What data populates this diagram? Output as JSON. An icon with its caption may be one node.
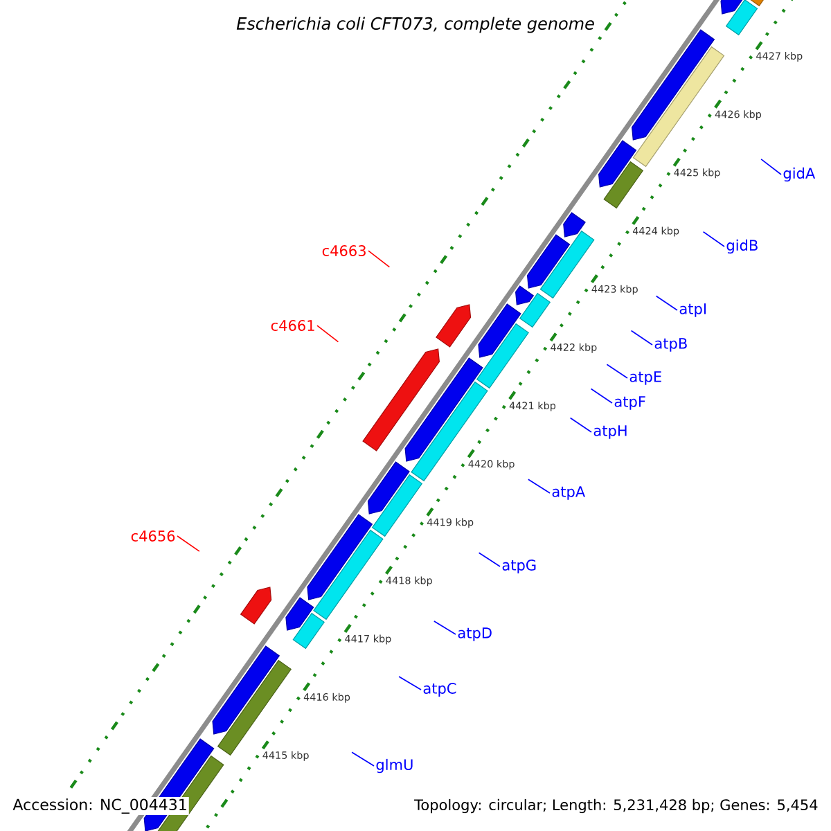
{
  "diagram": {
    "title": "Escherichia coli CFT073, complete genome",
    "nodes": [
      {
        "text": [
          "gidA"
        ]
      },
      {
        "text": [
          "gidB"
        ]
      },
      {
        "text": [
          "c4663"
        ]
      },
      {
        "text": [
          "atpI"
        ]
      },
      {
        "text": [
          "c4661"
        ]
      },
      {
        "text": [
          "atpB"
        ]
      },
      {
        "text": [
          "atpE"
        ]
      },
      {
        "text": [
          "atpF"
        ]
      },
      {
        "text": [
          "atpH"
        ]
      },
      {
        "text": [
          "atpA"
        ]
      },
      {
        "text": [
          "c4656"
        ]
      },
      {
        "text": [
          "atpG"
        ]
      },
      {
        "text": [
          "atpD"
        ]
      },
      {
        "text": [
          "atpC"
        ]
      },
      {
        "text": [
          "glmU"
        ]
      }
    ],
    "edges": [
      {
        "from": 0,
        "to": null,
        "arrow": "none"
      },
      {
        "from": 1,
        "to": null,
        "arrow": "none"
      },
      {
        "from": 2,
        "to": null,
        "arrow": "none",
        "color": "#ff0000"
      },
      {
        "from": 3,
        "to": null,
        "arrow": "none"
      },
      {
        "from": 4,
        "to": null,
        "arrow": "none",
        "color": "#ff0000"
      },
      {
        "from": 5,
        "to": null,
        "arrow": "none"
      },
      {
        "from": 6,
        "to": null,
        "arrow": "none"
      },
      {
        "from": 7,
        "to": null,
        "arrow": "none"
      },
      {
        "from": 8,
        "to": null,
        "arrow": "none"
      },
      {
        "from": 9,
        "to": null,
        "arrow": "none"
      },
      {
        "from": 10,
        "to": null,
        "arrow": "none",
        "color": "#ff0000"
      },
      {
        "from": 11,
        "to": null,
        "arrow": "none"
      },
      {
        "from": 12,
        "to": null,
        "arrow": "none"
      },
      {
        "from": 13,
        "to": null,
        "arrow": "none"
      },
      {
        "from": 14,
        "to": null,
        "arrow": "none"
      }
    ],
    "labels": [
      "4427 kbp",
      "4426 kbp",
      "4425 kbp",
      "4424 kbp",
      "4423 kbp",
      "4422 kbp",
      "4421 kbp",
      "4420 kbp",
      "4419 kbp",
      "4418 kbp",
      "4417 kbp",
      "4416 kbp",
      "4415 kbp",
      "Accession: NC_004431",
      "Topology: circular; Length: 5,231,428 bp; Genes: 5,454"
    ]
  }
}
